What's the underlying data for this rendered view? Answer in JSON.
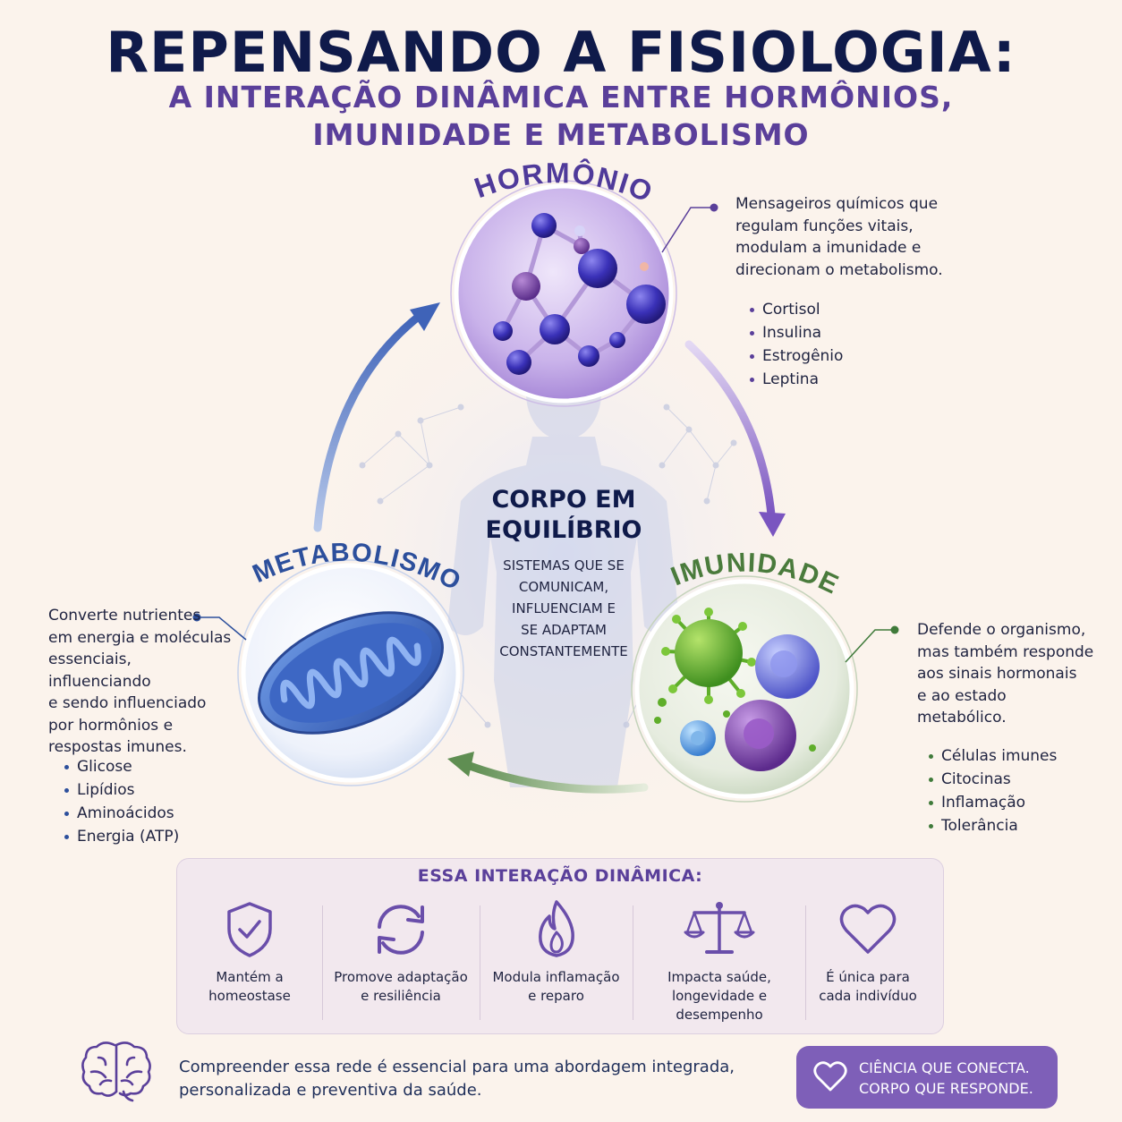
{
  "header": {
    "title": "REPENSANDO A FISIOLOGIA:",
    "subtitle_line1": "A INTERAÇÃO DINÂMICA ENTRE HORMÔNIOS,",
    "subtitle_line2": "IMUNIDADE E METABOLISMO"
  },
  "colors": {
    "hormones": "#5a3f9a",
    "immunity": "#3f7a3a",
    "metabolism": "#2c4f9c",
    "cta": "#7e5fb8"
  },
  "hormones": {
    "label": "HORMÔNIOS",
    "desc_lines": [
      "Mensageiros químicos que",
      "regulam funções vitais,",
      "modulam a imunidade e",
      "direcionam o metabolismo."
    ],
    "items": [
      "Cortisol",
      "Insulina",
      "Estrogênio",
      "Leptina"
    ]
  },
  "immunity": {
    "label": "IMUNIDADE",
    "desc_lines": [
      "Defende o organismo,",
      "mas também responde",
      "aos sinais hormonais",
      "e ao estado",
      "metabólico."
    ],
    "items": [
      "Células imunes",
      "Citocinas",
      "Inflamação",
      "Tolerância"
    ]
  },
  "metabolism": {
    "label": "METABOLISMO",
    "desc_lines": [
      "Converte nutrientes",
      "em energia e moléculas",
      "essenciais, influenciando",
      "e sendo influenciado",
      "por hormônios e",
      "respostas imunes."
    ],
    "items": [
      "Glicose",
      "Lipídios",
      "Aminoácidos",
      "Energia (ATP)"
    ]
  },
  "center": {
    "title_line1": "CORPO EM",
    "title_line2": "EQUILÍBRIO",
    "sub_lines": [
      "SISTEMAS QUE SE",
      "COMUNICAM,",
      "INFLUENCIAM E",
      "SE ADAPTAM",
      "CONSTANTEMENTE"
    ]
  },
  "panel": {
    "title": "ESSA INTERAÇÃO DINÂMICA:",
    "features": [
      {
        "icon": "shield-check-icon",
        "lines": [
          "Mantém a",
          "homeostase"
        ]
      },
      {
        "icon": "refresh-cycle-icon",
        "lines": [
          "Promove adaptação",
          "e resiliência"
        ]
      },
      {
        "icon": "flame-icon",
        "lines": [
          "Modula inflamação",
          "e reparo"
        ]
      },
      {
        "icon": "balance-scale-icon",
        "lines": [
          "Impacta saúde,",
          "longevidade e",
          "desempenho"
        ]
      },
      {
        "icon": "heart-icon",
        "lines": [
          "É única para",
          "cada indivíduo"
        ]
      }
    ]
  },
  "footer": {
    "icon": "brain-icon",
    "text_line1": "Compreender essa rede é essencial para uma abordagem integrada,",
    "text_line2": "personalizada e preventiva da saúde.",
    "cta_icon": "heart-icon",
    "cta_line1": "CIÊNCIA QUE CONECTA.",
    "cta_line2": "CORPO QUE RESPONDE."
  }
}
